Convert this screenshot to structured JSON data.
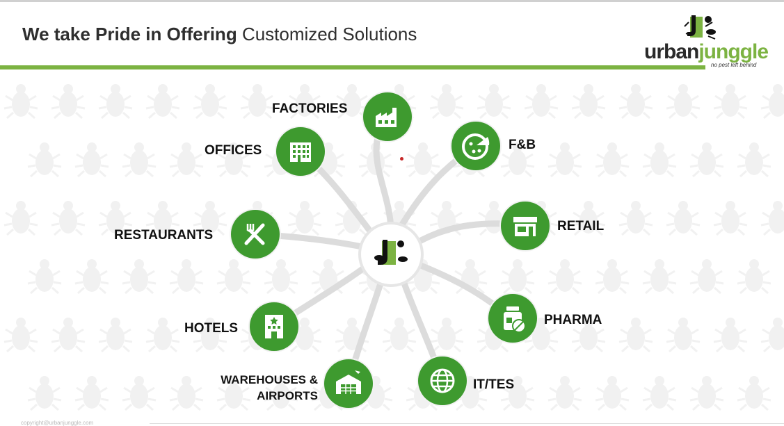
{
  "header": {
    "title_bold": "We take Pride in Offering",
    "title_regular": "Customized Solutions"
  },
  "logo": {
    "brand_dark": "urban",
    "brand_green": "junggle",
    "tagline": "no pest left behind",
    "mark_icon": "urban-junggle-logo-icon"
  },
  "segments": [
    {
      "label": "FACTORIES",
      "icon": "factory-icon"
    },
    {
      "label": "F&B",
      "icon": "pizza-icon"
    },
    {
      "label": "RETAIL",
      "icon": "storefront-icon"
    },
    {
      "label": "PHARMA",
      "icon": "medicine-icon"
    },
    {
      "label": "IT/TES",
      "icon": "globe-icon"
    },
    {
      "label_line1": "WAREHOUSES &",
      "label_line2": "AIRPORTS",
      "icon": "warehouse-icon"
    },
    {
      "label": "HOTELS",
      "icon": "hotel-icon"
    },
    {
      "label": "RESTAURANTS",
      "icon": "fork-knife-icon"
    },
    {
      "label": "OFFICES",
      "icon": "office-building-icon"
    }
  ],
  "footer": {
    "text": "copyright@urbanjunggle.com"
  },
  "colors": {
    "green": "#3e9a2f",
    "accent_bar": "#7cb342",
    "title": "#2e2e2e"
  }
}
